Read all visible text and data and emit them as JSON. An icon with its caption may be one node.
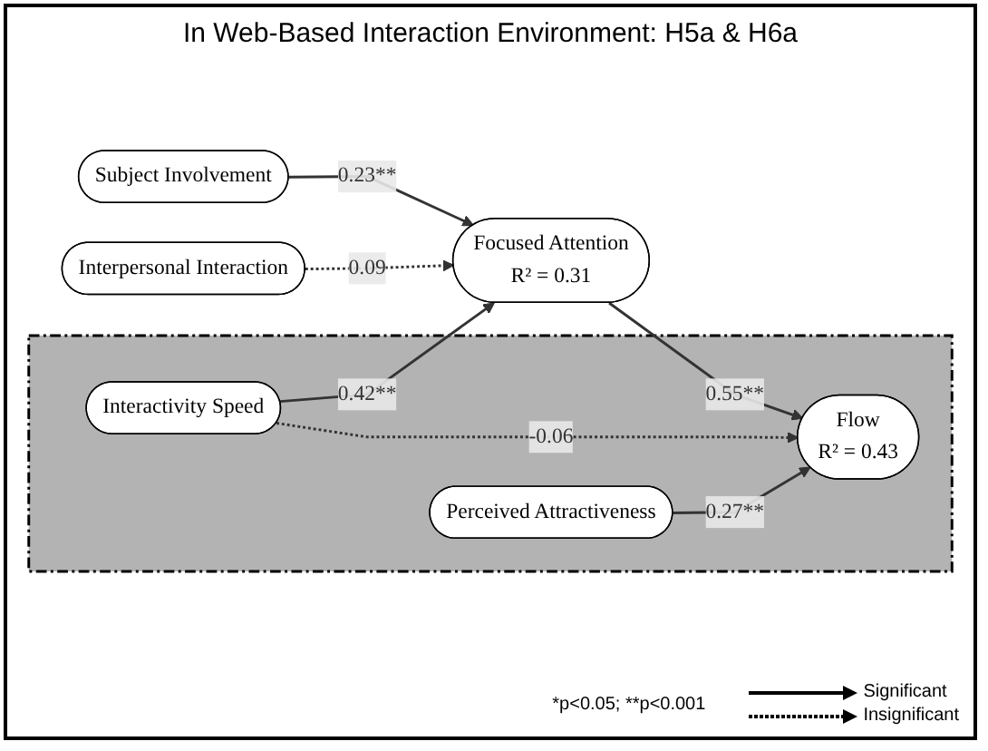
{
  "diagram": {
    "title": "In Web-Based Interaction Environment: H5a & H6a",
    "nodes": [
      {
        "text": [
          "Subject Involvement"
        ]
      },
      {
        "text": [
          "Interpersonal Interaction"
        ]
      },
      {
        "text": [
          "Focused Attention",
          "R² = 0.31"
        ]
      },
      {
        "text": [],
        "shape": "box"
      },
      {
        "text": [
          "Interactivity Speed"
        ],
        "in": 3
      },
      {
        "text": [
          "Flow",
          "R² = 0.43"
        ],
        "in": 3
      },
      {
        "text": [
          "Perceived Attractiveness"
        ],
        "in": 3
      }
    ],
    "edges": [
      {
        "from": 0,
        "to": 2,
        "arrow": "to",
        "label": "0.23**"
      },
      {
        "from": 1,
        "to": 2,
        "arrow": "to",
        "label": "0.09",
        "style": "dashed"
      },
      {
        "from": 4,
        "to": 2,
        "arrow": "to",
        "label": "0.42**"
      },
      {
        "from": 2,
        "to": 5,
        "arrow": "to",
        "label": "0.55**"
      },
      {
        "from": 4,
        "to": 5,
        "arrow": "to",
        "label": "-0.06",
        "style": "dashed"
      },
      {
        "from": 6,
        "to": 5,
        "arrow": "to",
        "label": "0.27**"
      }
    ],
    "labels": [
      "*p<0.05; **p<0.001"
    ],
    "legend": [
      {
        "text": "Significant"
      },
      {
        "text": "Insignificant"
      }
    ]
  }
}
